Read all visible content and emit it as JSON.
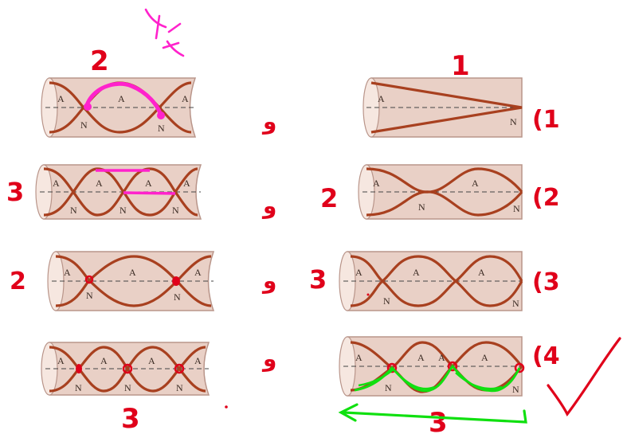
{
  "colors": {
    "pipe_fill": "#e9d0c6",
    "pipe_edge": "#b9958a",
    "wave": "#a8401f",
    "axis": "#444444",
    "red_ink": "#e0001a",
    "magenta_ink": "#ff22cc",
    "green_ink": "#10e010"
  },
  "right_column": {
    "top_note": "1",
    "rows": [
      {
        "number": "(1",
        "antinodes": [
          "A"
        ],
        "nodes": [
          "N"
        ],
        "note": ""
      },
      {
        "number": "(2",
        "antinodes": [
          "A",
          "A"
        ],
        "nodes": [
          "N",
          "N"
        ],
        "note": "2"
      },
      {
        "number": "(3",
        "antinodes": [
          "A",
          "A",
          "A"
        ],
        "nodes": [
          "N",
          "N"
        ],
        "note": "3"
      },
      {
        "number": "(4",
        "antinodes": [
          "A",
          "A",
          "A",
          "A"
        ],
        "nodes": [
          "N",
          "N"
        ],
        "note": "3"
      }
    ]
  },
  "left_column": {
    "top_note": "2",
    "rows": [
      {
        "antinodes": [
          "A",
          "A",
          "A"
        ],
        "nodes": [
          "N",
          "N"
        ],
        "note": ""
      },
      {
        "antinodes": [
          "A",
          "A",
          "A",
          "A"
        ],
        "nodes": [
          "N",
          "N",
          "N"
        ],
        "note": "3"
      },
      {
        "antinodes": [
          "A",
          "A",
          "A"
        ],
        "nodes": [
          "N",
          "N"
        ],
        "note": "2"
      },
      {
        "antinodes": [
          "A",
          "A",
          "A",
          "A"
        ],
        "nodes": [
          "N",
          "N",
          "N"
        ],
        "note": "3"
      }
    ]
  },
  "connector": "و",
  "corner_scribble": "ﭏ"
}
